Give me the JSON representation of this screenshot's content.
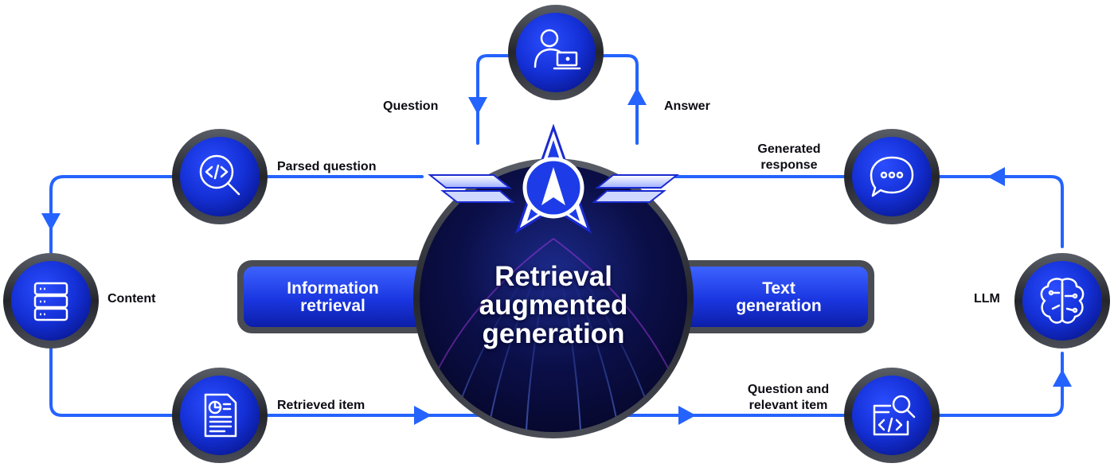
{
  "colors": {
    "accent": "#2563ff",
    "node_fill": "#1030d8",
    "node_ring": "#3a3d46",
    "hub_dark": "#0a0c3a",
    "label_text": "#0c0c14"
  },
  "hub": {
    "title_line1": "Retrieval",
    "title_line2": "augmented",
    "title_line3": "generation",
    "emblem_icon": "winged-compass-logo"
  },
  "bars": {
    "left_line1": "Information",
    "left_line2": "retrieval",
    "right_line1": "Text",
    "right_line2": "generation"
  },
  "nodes": {
    "user": {
      "icon": "user-laptop-icon"
    },
    "parse": {
      "icon": "code-search-icon"
    },
    "content": {
      "icon": "server-database-icon"
    },
    "retrieved": {
      "icon": "document-chart-icon"
    },
    "generated": {
      "icon": "chat-bubble-icon"
    },
    "llm": {
      "icon": "brain-circuit-icon"
    },
    "relevant": {
      "icon": "code-window-search-icon"
    }
  },
  "labels": {
    "question": "Question",
    "answer": "Answer",
    "parsed_question": "Parsed question",
    "content": "Content",
    "retrieved_item": "Retrieved item",
    "generated_response_line1": "Generated",
    "generated_response_line2": "response",
    "llm": "LLM",
    "question_relevant_line1": "Question and",
    "question_relevant_line2": "relevant item"
  }
}
